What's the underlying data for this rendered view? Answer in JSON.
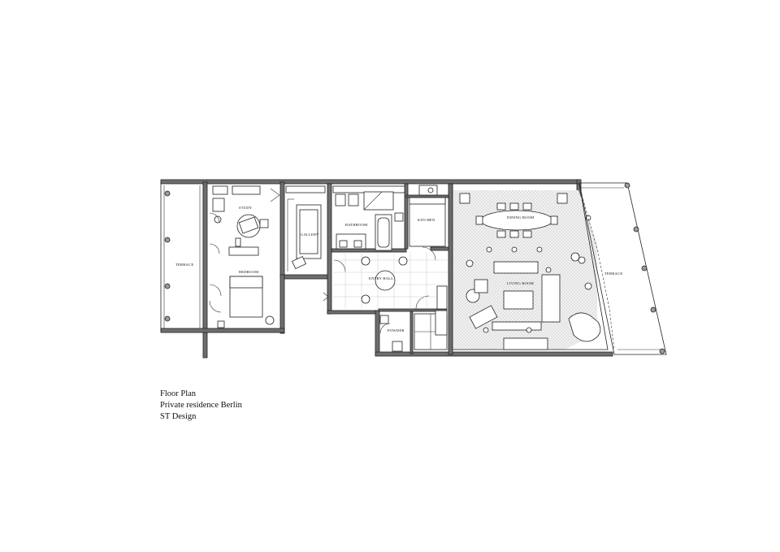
{
  "caption": {
    "line1": "Floor Plan",
    "line2": "Private residence Berlin",
    "line3": "ST Design"
  },
  "rooms": {
    "terrace_left": "TERRACE",
    "study": "STUDY",
    "bedroom": "BEDROOM",
    "gallery": "GALLERY",
    "bathroom": "BATHROOM",
    "kitchen": "KITCHEN",
    "entry_hall": "ENTRY HALL",
    "wc": "POWDER",
    "dining_room": "DINING ROOM",
    "living_room": "LIVING ROOM",
    "terrace_right": "TERRACE"
  }
}
